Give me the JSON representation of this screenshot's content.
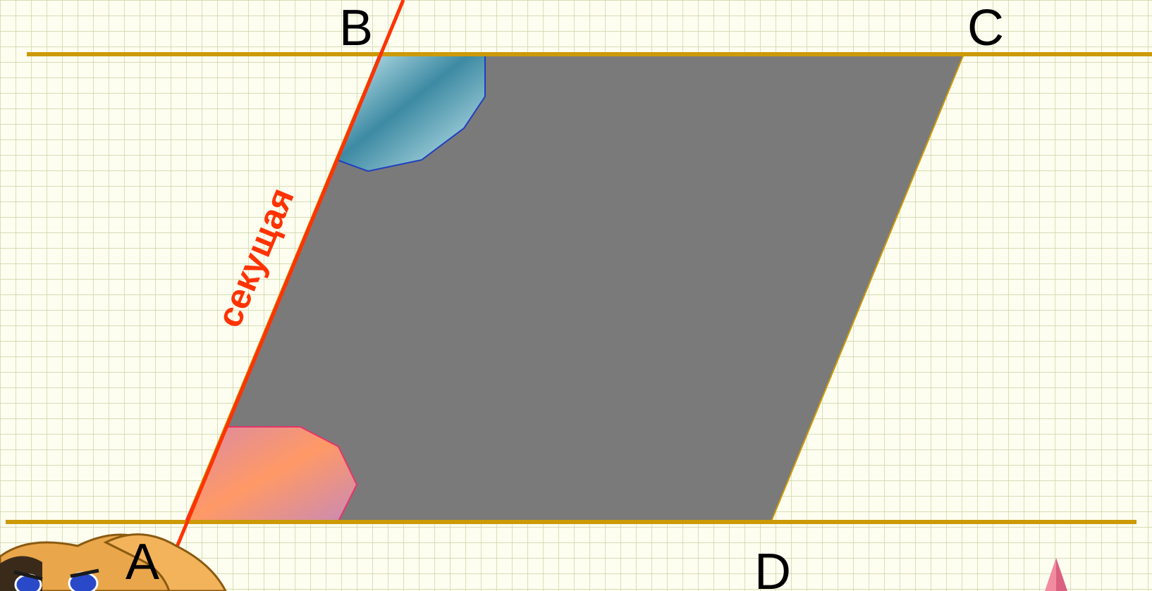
{
  "figure": {
    "vertices": {
      "b": "B",
      "c": "C",
      "a": "A",
      "d": "D"
    },
    "secant_label": "секущая"
  },
  "colors": {
    "background": "#fdfdf0",
    "grid": "#c9d3a1",
    "parallel_lines": "#cc9a06",
    "secant": "#ff3300",
    "parallelogram_fill": "#7a7a7a",
    "angle_top_fill_a": "#3d8aa3",
    "angle_top_fill_b": "#cfeff3",
    "angle_top_stroke": "#1f3fbf",
    "angle_bottom_fill_a": "#ff9966",
    "angle_bottom_fill_b": "#d98aa6",
    "angle_bottom_stroke": "#e8336a"
  },
  "icons": {
    "cartoon": "cartoon-character-icon",
    "cone": "pink-cone-icon"
  }
}
